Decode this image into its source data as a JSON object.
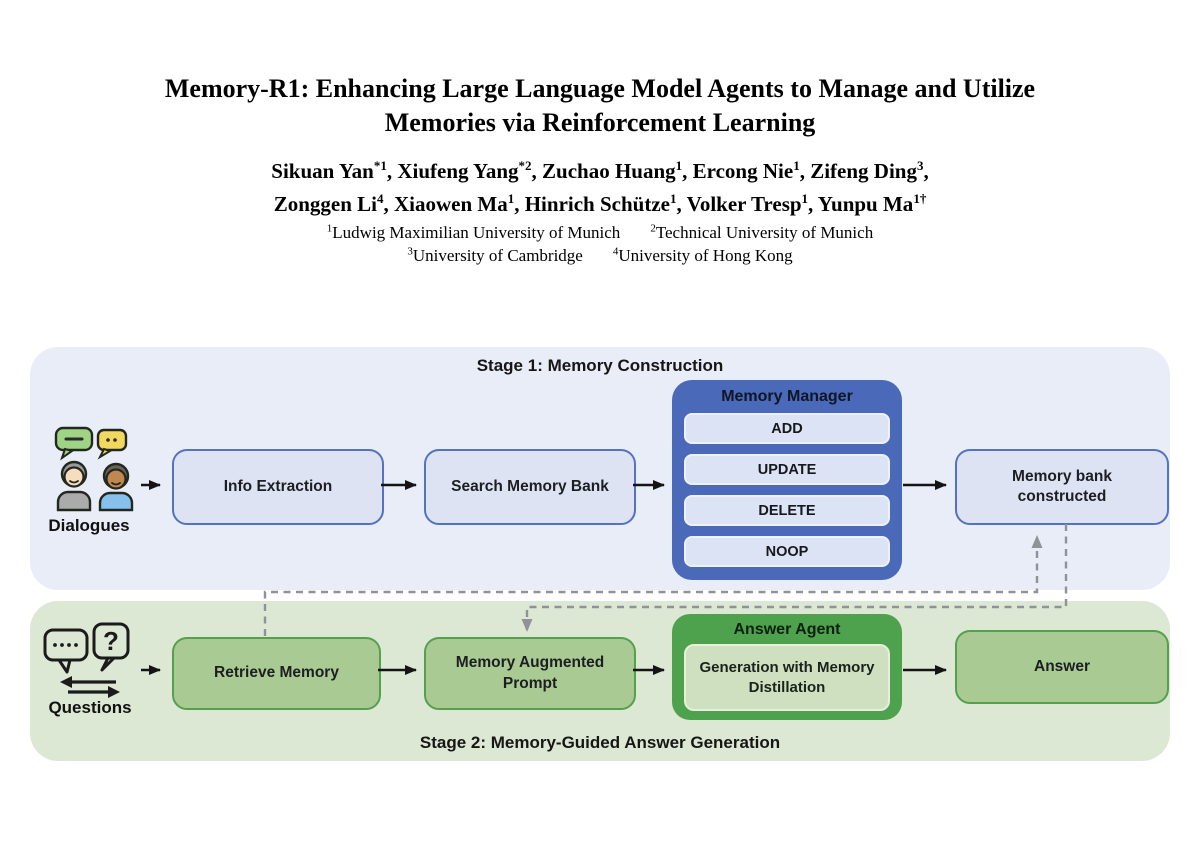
{
  "paper": {
    "title_line1": "Memory-R1: Enhancing Large Language Model Agents to Manage and Utilize",
    "title_line2": "Memories via Reinforcement Learning",
    "authors": {
      "line1": [
        {
          "name": "Sikuan Yan",
          "sup": "*1"
        },
        {
          "name": "Xiufeng Yang",
          "sup": "*2"
        },
        {
          "name": "Zuchao Huang",
          "sup": "1"
        },
        {
          "name": "Ercong Nie",
          "sup": "1"
        },
        {
          "name": "Zifeng Ding",
          "sup": "3"
        }
      ],
      "line1_suffix": ",",
      "line2": [
        {
          "name": "Zonggen Li",
          "sup": "4"
        },
        {
          "name": "Xiaowen Ma",
          "sup": "1"
        },
        {
          "name": "Hinrich Schütze",
          "sup": "1"
        },
        {
          "name": "Volker Tresp",
          "sup": "1"
        },
        {
          "name": "Yunpu Ma",
          "sup": "1†"
        }
      ]
    },
    "affiliations": {
      "line1": [
        {
          "sup": "1",
          "text": "Ludwig Maximilian University of Munich"
        },
        {
          "sup": "2",
          "text": "Technical University of Munich"
        }
      ],
      "line2": [
        {
          "sup": "3",
          "text": "University of Cambridge"
        },
        {
          "sup": "4",
          "text": "University of Hong Kong"
        }
      ]
    }
  },
  "figure": {
    "stage1": {
      "label": "Stage 1: Memory Construction",
      "input": {
        "label": "Dialogues",
        "icon": "dialogues-people-icon"
      },
      "info_extraction": "Info Extraction",
      "search_memory_bank": "Search Memory Bank",
      "memory_manager": {
        "title": "Memory Manager",
        "operations": [
          "ADD",
          "UPDATE",
          "DELETE",
          "NOOP"
        ]
      },
      "memory_bank_constructed": "Memory bank constructed"
    },
    "stage2": {
      "label": "Stage 2: Memory-Guided Answer Generation",
      "input": {
        "label": "Questions",
        "icon": "question-bubbles-icon"
      },
      "retrieve_memory": "Retrieve Memory",
      "memory_augmented_prompt": "Memory Augmented Prompt",
      "answer_agent": {
        "title": "Answer Agent",
        "inner": "Generation with Memory Distillation"
      },
      "answer": "Answer"
    },
    "colors": {
      "stage1_panel": "#e9edf8",
      "stage1_box_fill": "#dde3f3",
      "stage1_box_border": "#5572bd",
      "memory_manager_fill": "#4a69b8",
      "stage2_panel": "#dde8d4",
      "stage2_box_fill": "#a9cb93",
      "stage2_box_border": "#55a04c",
      "answer_agent_fill": "#4fa24d",
      "answer_agent_inner_fill": "#cfe0c1",
      "dashed_connector": "#8f9296",
      "solid_connector": "#141414"
    }
  }
}
